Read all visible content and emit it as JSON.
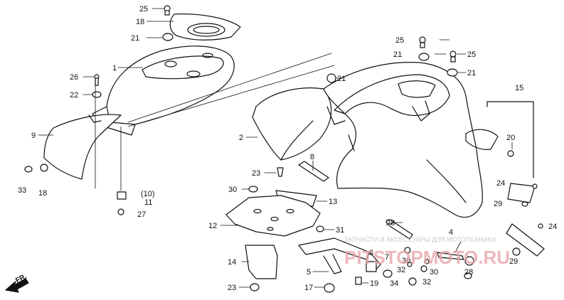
{
  "callouts": {
    "c1": "1",
    "c2": "2",
    "c4": "4",
    "c5": "5",
    "c6": "6",
    "c7": "7",
    "c8": "8",
    "c9": "9",
    "c10": "(10)",
    "c11": "11",
    "c12": "12",
    "c13": "13",
    "c14": "14",
    "c15": "15",
    "c17": "17",
    "c18a": "18",
    "c18b": "18",
    "c19": "19",
    "c20": "20",
    "c21a": "21",
    "c21b": "21",
    "c21c": "21",
    "c21d": "21",
    "c22": "22",
    "c23a": "23",
    "c23b": "23",
    "c24a": "24",
    "c24b": "24",
    "c25a": "25",
    "c25b": "25",
    "c25c": "25",
    "c26": "26",
    "c27": "27",
    "c28a": "28",
    "c28b": "28",
    "c29a": "29",
    "c29b": "29",
    "c30a": "30",
    "c30b": "30",
    "c30c": "30",
    "c31": "31",
    "c32a": "32",
    "c32b": "32",
    "c33": "33",
    "c34": "34"
  },
  "front_arrow": "FR.",
  "watermark": {
    "line1": "ЗАПЧАСТИ И АКСЕССУАРЫ ДЛЯ МОТОТЕХНИКИ",
    "line2": "PITSTOPMOTO.RU"
  },
  "colors": {
    "ink": "#111111",
    "watermark": "#e7a0a6"
  }
}
